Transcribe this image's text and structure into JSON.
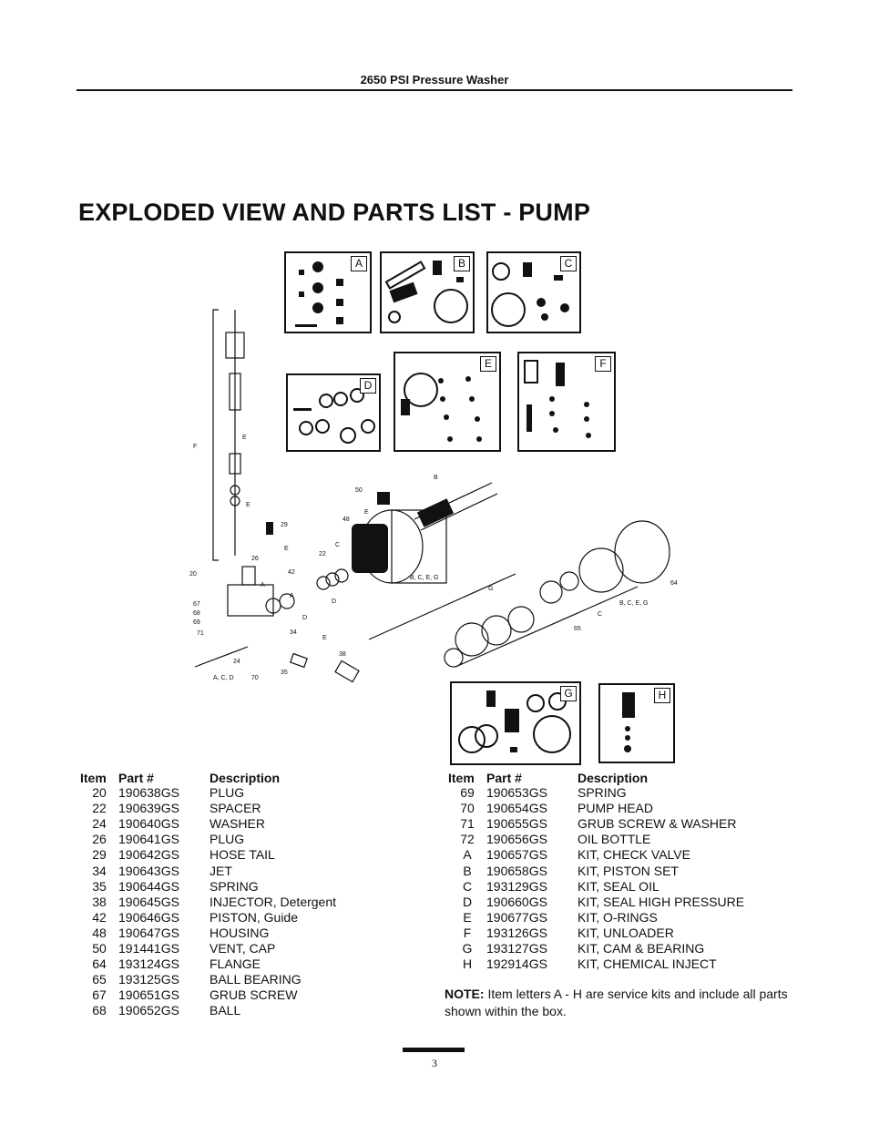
{
  "header": {
    "title": "2650 PSI Pressure Washer"
  },
  "page_heading": "EXPLODED VIEW AND PARTS LIST - PUMP",
  "diagram": {
    "kit_letters": [
      "A",
      "B",
      "C",
      "D",
      "E",
      "F",
      "G",
      "H"
    ],
    "callouts": [
      "20",
      "67",
      "68",
      "69",
      "71",
      "24",
      "70",
      "35",
      "34",
      "38",
      "42",
      "48",
      "50",
      "22",
      "29",
      "26",
      "64",
      "65",
      "E",
      "E",
      "E",
      "E",
      "E",
      "F",
      "A",
      "A",
      "D",
      "D",
      "C",
      "C",
      "B",
      "G",
      "B, C, E, G",
      "B, C, E, G",
      "A, C, D"
    ]
  },
  "parts_table": {
    "headers": {
      "item": "Item",
      "part": "Part #",
      "description": "Description"
    },
    "left_rows": [
      {
        "item": "20",
        "part": "190638GS",
        "description": "PLUG"
      },
      {
        "item": "22",
        "part": "190639GS",
        "description": "SPACER"
      },
      {
        "item": "24",
        "part": "190640GS",
        "description": "WASHER"
      },
      {
        "item": "26",
        "part": "190641GS",
        "description": "PLUG"
      },
      {
        "item": "29",
        "part": "190642GS",
        "description": "HOSE TAIL"
      },
      {
        "item": "34",
        "part": "190643GS",
        "description": "JET"
      },
      {
        "item": "35",
        "part": "190644GS",
        "description": "SPRING"
      },
      {
        "item": "38",
        "part": "190645GS",
        "description": "INJECTOR, Detergent"
      },
      {
        "item": "42",
        "part": "190646GS",
        "description": "PISTON, Guide"
      },
      {
        "item": "48",
        "part": "190647GS",
        "description": "HOUSING"
      },
      {
        "item": "50",
        "part": "191441GS",
        "description": "VENT, CAP"
      },
      {
        "item": "64",
        "part": "193124GS",
        "description": "FLANGE"
      },
      {
        "item": "65",
        "part": "193125GS",
        "description": "BALL BEARING"
      },
      {
        "item": "67",
        "part": "190651GS",
        "description": "GRUB SCREW"
      },
      {
        "item": "68",
        "part": "190652GS",
        "description": "BALL"
      }
    ],
    "right_rows": [
      {
        "item": "69",
        "part": "190653GS",
        "description": "SPRING"
      },
      {
        "item": "70",
        "part": "190654GS",
        "description": "PUMP HEAD"
      },
      {
        "item": "71",
        "part": "190655GS",
        "description": "GRUB SCREW & WASHER"
      },
      {
        "item": "72",
        "part": "190656GS",
        "description": "OIL BOTTLE"
      },
      {
        "item": "A",
        "part": "190657GS",
        "description": "KIT, CHECK VALVE"
      },
      {
        "item": "B",
        "part": "190658GS",
        "description": "KIT, PISTON SET"
      },
      {
        "item": "C",
        "part": "193129GS",
        "description": "KIT, SEAL OIL"
      },
      {
        "item": "D",
        "part": "190660GS",
        "description": "KIT, SEAL HIGH PRESSURE"
      },
      {
        "item": "E",
        "part": "190677GS",
        "description": "KIT, O-RINGS"
      },
      {
        "item": "F",
        "part": "193126GS",
        "description": "KIT, UNLOADER"
      },
      {
        "item": "G",
        "part": "193127GS",
        "description": "KIT, CAM & BEARING"
      },
      {
        "item": "H",
        "part": "192914GS",
        "description": "KIT, CHEMICAL INJECT"
      }
    ]
  },
  "note": {
    "label": "NOTE:",
    "text": "Item letters A - H are service kits and include all parts shown within the box."
  },
  "footer": {
    "page_number": "3"
  }
}
